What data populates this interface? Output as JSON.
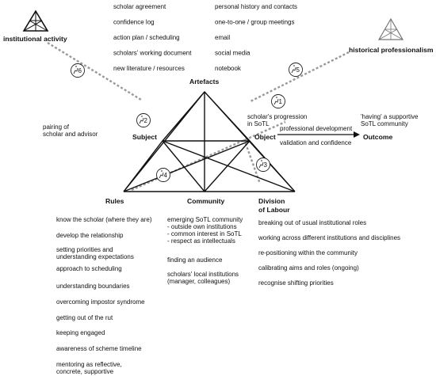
{
  "left_label": "institutional activity",
  "right_label": "historical professionalism",
  "artefacts": {
    "title": "Artefacts",
    "col1": [
      "scholar agreement",
      "confidence log",
      "action plan / scheduling",
      "scholars' working document",
      "new literature / resources"
    ],
    "col2": [
      "personal history and contacts",
      "one-to-one / group meetings",
      "email",
      "social media",
      "notebook"
    ]
  },
  "nodes": {
    "subject": "Subject",
    "object": "Object",
    "outcome": "Outcome",
    "rules": "Rules",
    "community": "Community",
    "division": [
      "Division",
      "of Labour"
    ]
  },
  "notes": {
    "pairing": [
      "pairing of",
      "scholar and advisor"
    ],
    "progression": [
      "scholar's progression",
      "in SoTL"
    ],
    "having": [
      "'having' a supportive",
      "SoTL community"
    ],
    "arrow_top": "professional development",
    "arrow_bottom": "validation and confidence"
  },
  "badges": [
    "1",
    "2",
    "3",
    "4",
    "5",
    "6"
  ],
  "rules_list": [
    [
      "know the scholar (where they are)"
    ],
    [
      "develop the relationship"
    ],
    [
      "setting priorities and",
      "understanding expectations"
    ],
    [
      "approach to scheduling"
    ],
    [
      "understanding boundaries"
    ],
    [
      "overcoming impostor syndrome"
    ],
    [
      "getting out of the rut"
    ],
    [
      "keeping engaged"
    ],
    [
      "awareness of scheme timeline"
    ],
    [
      "mentoring as reflective,",
      "concrete, supportive"
    ]
  ],
  "community_list": [
    [
      "emerging SoTL community",
      "- outside own institutions",
      "- common interest in SoTL",
      "- respect as intellectuals"
    ],
    [
      "finding an audience"
    ],
    [
      "scholars' local institutions",
      "(manager, colleagues)"
    ]
  ],
  "division_list": [
    "breaking out of usual institutional roles",
    "working across different institutions and disciplines",
    "re-positioning within the community",
    "calibrating aims and roles (ongoing)",
    "recognise shifting priorities"
  ],
  "colors": {
    "line": "#111111",
    "dash": "#9a9a9a"
  },
  "icons": [
    "triangle-network-icon",
    "runner-icon"
  ]
}
